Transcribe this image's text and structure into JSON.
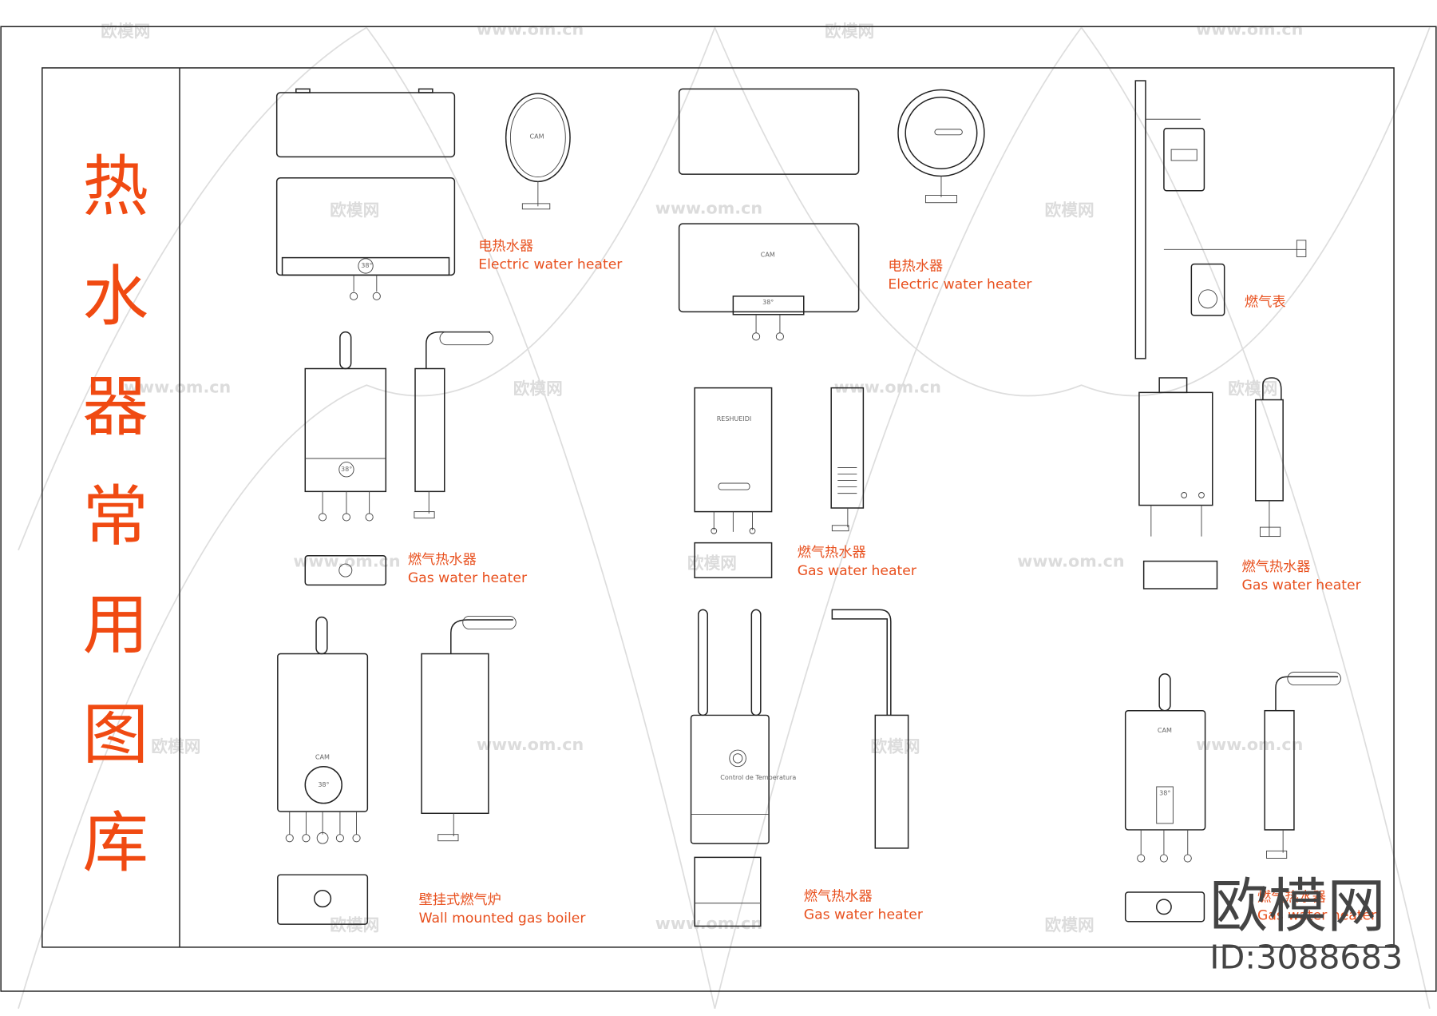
{
  "title_chars": [
    "热",
    "水",
    "器",
    "常",
    "用",
    "图",
    "库"
  ],
  "labels": {
    "electric1_cn": "电热水器",
    "electric1_en": "Electric water heater",
    "electric2_cn": "电热水器",
    "electric2_en": "Electric water heater",
    "gas_meter_cn": "燃气表",
    "gas1_cn": "燃气热水器",
    "gas1_en": "Gas water heater",
    "gas2_cn": "燃气热水器",
    "gas2_en": "Gas water heater",
    "gas3_cn": "燃气热水器",
    "gas3_en": "Gas water heater",
    "gas4_cn": "燃气热水器",
    "gas4_en": "Gas water heater",
    "boiler_cn": "壁挂式燃气炉",
    "boiler_en": "Wall mounted gas boiler",
    "gas5_cn": "燃气热水器",
    "gas5_en": "Gas water heater"
  },
  "device_text": {
    "brand": "CAM",
    "temp": "38°",
    "brand2": "RESHUEIDI",
    "control": "Control de Temperatura"
  },
  "watermark": {
    "site": "www.om.cn",
    "logo": "欧模网",
    "id": "ID:3088683"
  },
  "colors": {
    "accent": "#e8501e",
    "line": "#222222"
  }
}
